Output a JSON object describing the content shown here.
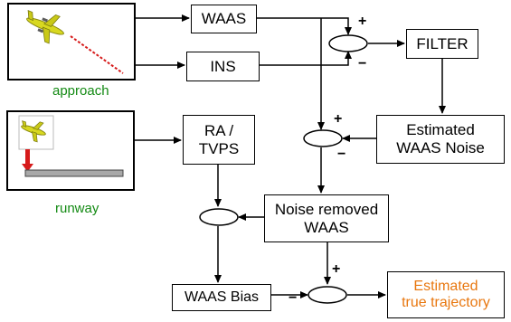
{
  "nodes": {
    "waas": "WAAS",
    "ins": "INS",
    "filter": "FILTER",
    "ra_tvps": "RA /\nTVPS",
    "est_noise": "Estimated\nWAAS Noise",
    "noise_removed": "Noise removed\nWAAS",
    "waas_bias": "WAAS Bias",
    "est_traj": "Estimated\ntrue trajectory"
  },
  "captions": {
    "approach": "approach",
    "runway": "runway"
  },
  "signs": {
    "plus": "+",
    "minus": "−"
  },
  "colors": {
    "caption_green": "#138a13",
    "output_orange": "#e8770f",
    "trajectory_red": "#d61a1a",
    "aircraft_yellow": "#d8d820"
  }
}
